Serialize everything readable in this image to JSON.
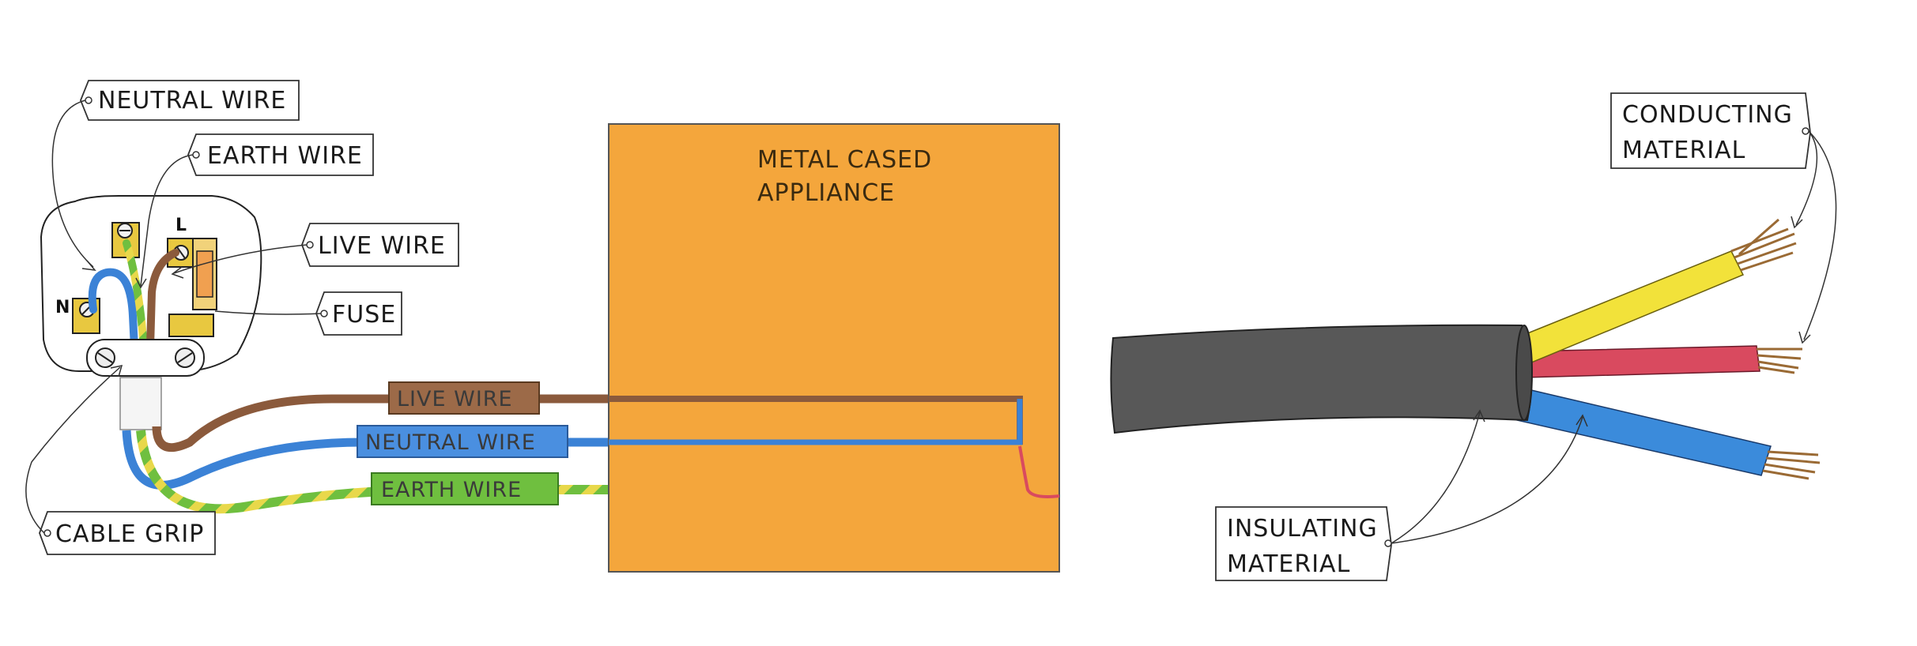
{
  "plug": {
    "neutral_tag": "NEUTRAL WIRE",
    "earth_tag": "EARTH WIRE",
    "live_tag": "LIVE WIRE",
    "fuse_tag": "FUSE",
    "cable_grip_tag": "CABLE GRIP",
    "terminal_live_letter": "L",
    "terminal_neutral_letter": "N"
  },
  "wires": {
    "live_label": "LIVE WIRE",
    "neutral_label": "NEUTRAL WIRE",
    "earth_label": "EARTH WIRE"
  },
  "appliance": {
    "line1": "METAL CASED",
    "line2": "APPLIANCE"
  },
  "cable": {
    "conducting_line1": "CONDUCTING",
    "conducting_line2": "MATERIAL",
    "insulating_line1": "INSULATING",
    "insulating_line2": "MATERIAL"
  },
  "colors": {
    "live": "#8B5A3C",
    "neutral": "#3B82D6",
    "earth_green": "#6FBF3F",
    "earth_yellow": "#E8D84A",
    "appliance": "#F4A63C",
    "outer_sheath": "#585858",
    "yellow_core": "#F2E23A",
    "red_core": "#D94A5F",
    "blue_core": "#3B8BDB",
    "copper": "#A0703C"
  }
}
